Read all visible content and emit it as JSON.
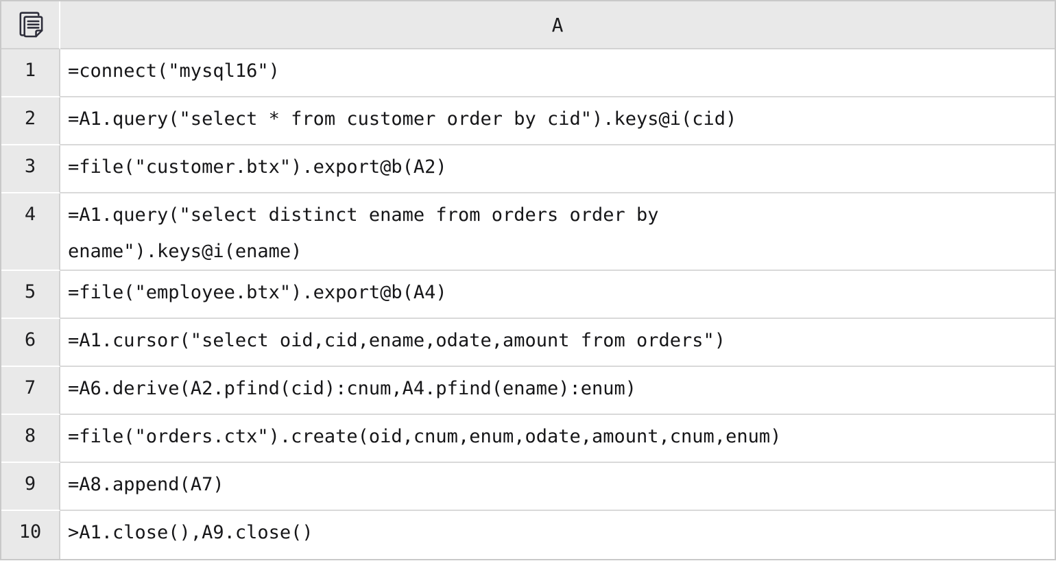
{
  "grid": {
    "column_header": "A",
    "corner_icon": "copy-pages-icon",
    "rows": [
      {
        "num": "1",
        "code": "=connect(\"mysql16\")"
      },
      {
        "num": "2",
        "code": "=A1.query(\"select * from customer order by cid\").keys@i(cid)"
      },
      {
        "num": "3",
        "code": "=file(\"customer.btx\").export@b(A2)"
      },
      {
        "num": "4",
        "code": "=A1.query(\"select distinct ename from orders order by\nename\").keys@i(ename)"
      },
      {
        "num": "5",
        "code": "=file(\"employee.btx\").export@b(A4)"
      },
      {
        "num": "6",
        "code": "=A1.cursor(\"select oid,cid,ename,odate,amount from orders\")"
      },
      {
        "num": "7",
        "code": "=A6.derive(A2.pfind(cid):cnum,A4.pfind(ename):enum)"
      },
      {
        "num": "8",
        "code": "=file(\"orders.ctx\").create(oid,cnum,enum,odate,amount,cnum,enum)"
      },
      {
        "num": "9",
        "code": "=A8.append(A7)"
      },
      {
        "num": "10",
        "code": ">A1.close(),A9.close()"
      }
    ],
    "colors": {
      "header_bg": "#e9e9e9",
      "cell_bg": "#ffffff",
      "grid_line": "#d2d2d2",
      "outer_border": "#c9c9c9",
      "text": "#161618",
      "icon_stroke": "#2d2d3a"
    }
  }
}
